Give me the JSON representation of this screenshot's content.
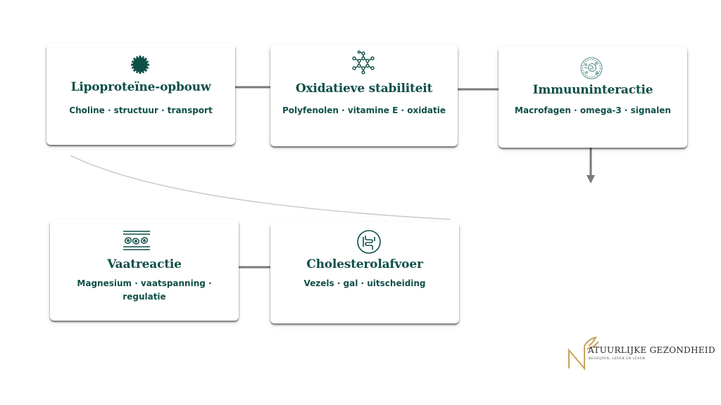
{
  "cards": [
    {
      "icon": "pollen-icon",
      "title": "Lipoproteïne-opbouw",
      "subtitle": "Choline · structuur · transport"
    },
    {
      "icon": "molecule-icon",
      "title": "Oxidatieve stabiliteit",
      "subtitle": "Polyfenolen · vitamine E · oxidatie"
    },
    {
      "icon": "cell-icon",
      "title": "Immuuninteractie",
      "subtitle": "Macrofagen · omega-3 · signalen"
    },
    {
      "icon": "vessel-icon",
      "title": "Vaatreactie",
      "subtitle": "Magnesium · vaatspanning · regulatie"
    },
    {
      "icon": "intestine-icon",
      "title": "Cholesterolafvoer",
      "subtitle": "Vezels · gal · uitscheiding"
    }
  ],
  "logo": {
    "name": "ATUURLIJKE GEZONDHEID",
    "tagline": "BEGRIJPEN, LEREN EN LEVEN",
    "monogram": "N"
  },
  "colors": {
    "accent": "#0f4f48",
    "arrow": "#7a7a7a",
    "logo_gold": "#c9a25a"
  }
}
